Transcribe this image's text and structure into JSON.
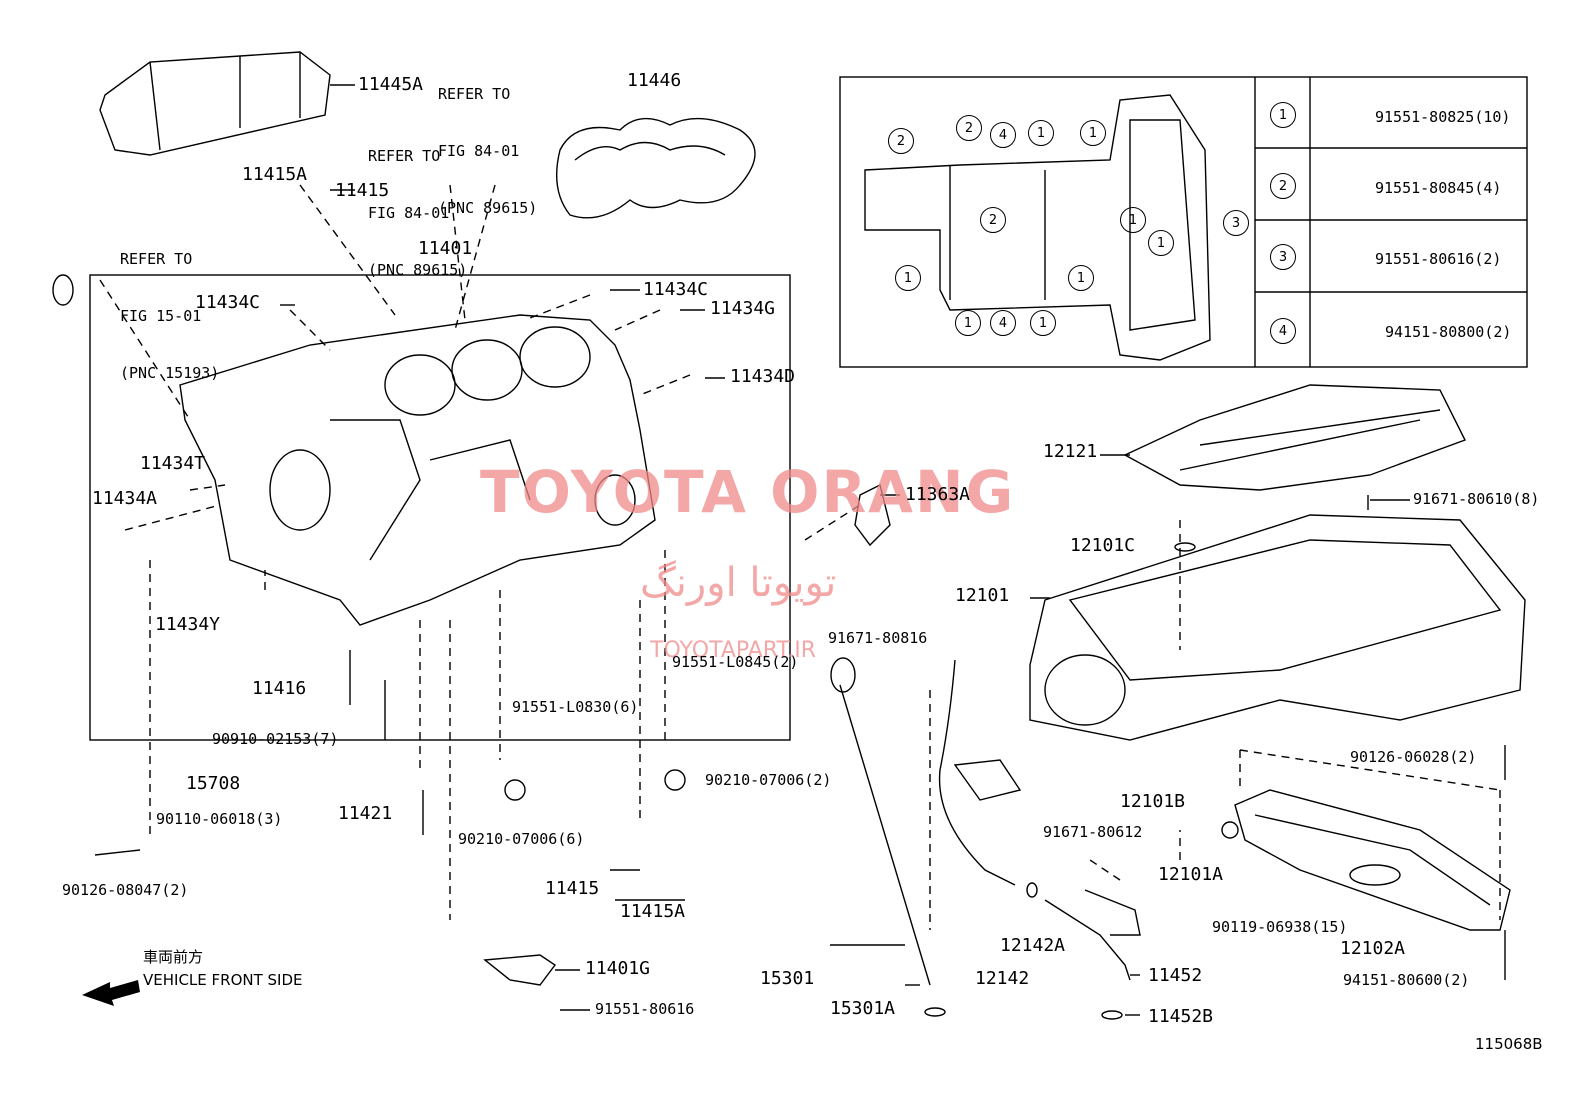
{
  "watermark": {
    "brand": "TOYOTA ORANG",
    "persian": "تویوتا اورنگ",
    "site": "TOYOTAPART.IR",
    "color": "#f08a8a"
  },
  "figure_id": "115068B",
  "front_note": {
    "japanese": "車両前方",
    "english": "VEHICLE FRONT SIDE"
  },
  "refer_notes": {
    "fig84_a": [
      "REFER TO",
      "FIG 84-01",
      "(PNC 89615)"
    ],
    "fig84_b": [
      "REFER TO",
      "FIG 84-01",
      "(PNC 89615)"
    ],
    "fig15": [
      "REFER TO",
      "FIG 15-01",
      "(PNC 15193)"
    ]
  },
  "labels": {
    "p11445A": "11445A",
    "p11446": "11446",
    "p11415A_top": "11415A",
    "p11415_top": "11415",
    "p11401": "11401",
    "p11434C_left": "11434C",
    "p11434C_right": "11434C",
    "p11434G": "11434G",
    "p11434D": "11434D",
    "p11434T": "11434T",
    "p11434A": "11434A",
    "p11434Y": "11434Y",
    "p11416": "11416",
    "p90910": "90910-02153(7)",
    "p91551_L0830": "91551-L0830(6)",
    "p91551_L0845": "91551-L0845(2)",
    "p15708": "15708",
    "p90110": "90110-06018(3)",
    "p11421": "11421",
    "p90126_08047": "90126-08047(2)",
    "p90210_a": "90210-07006(6)",
    "p90210_b": "90210-07006(2)",
    "p11415_bot": "11415",
    "p11415A_bot": "11415A",
    "p11401G": "11401G",
    "p91551_80616_bot": "91551-80616",
    "p11363A": "11363A",
    "p12121": "12121",
    "p91671_80610": "91671-80610(8)",
    "p12101C": "12101C",
    "p12101": "12101",
    "p91671_80816": "91671-80816",
    "p90126_06028": "90126-06028(2)",
    "p12101B": "12101B",
    "p91671_80612": "91671-80612",
    "p12101A": "12101A",
    "p90119": "90119-06938(15)",
    "p12102A": "12102A",
    "p94151_80600": "94151-80600(2)",
    "p12142A": "12142A",
    "p12142": "12142",
    "p11452": "11452",
    "p11452B": "11452B",
    "p15301": "15301",
    "p15301A": "15301A"
  },
  "bolt_table": [
    {
      "num": "1",
      "part": "91551-80825(10)"
    },
    {
      "num": "2",
      "part": "91551-80845(4)"
    },
    {
      "num": "3",
      "part": "91551-80616(2)"
    },
    {
      "num": "4",
      "part": "94151-80800(2)"
    }
  ],
  "gasket_markers": [
    "2",
    "2",
    "4",
    "1",
    "1",
    "2",
    "1",
    "1",
    "3",
    "1",
    "1",
    "1",
    "4",
    "1"
  ]
}
